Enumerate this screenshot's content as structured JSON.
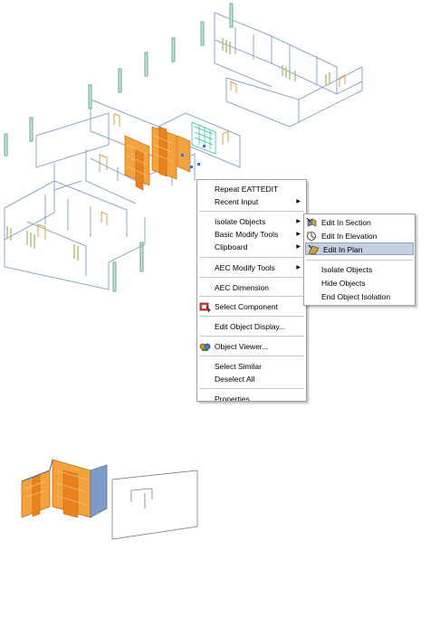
{
  "context_menu": {
    "items": [
      {
        "label": "Repeat EATTEDIT"
      },
      {
        "label": "Recent Input",
        "submenu": true
      },
      {
        "label": "Isolate Objects",
        "submenu": true
      },
      {
        "label": "Basic Modify Tools",
        "submenu": true
      },
      {
        "label": "Clipboard",
        "submenu": true
      },
      {
        "label": "AEC Modify Tools",
        "submenu": true
      },
      {
        "label": "AEC Dimension"
      },
      {
        "label": "Select Component",
        "icon": "select-component-icon"
      },
      {
        "label": "Edit Object Display..."
      },
      {
        "label": "Object Viewer...",
        "icon": "object-viewer-icon"
      },
      {
        "label": "Select Similar"
      },
      {
        "label": "Deselect All"
      },
      {
        "label": "Properties"
      }
    ]
  },
  "submenu": {
    "items": [
      {
        "label": "Edit In Section",
        "icon": "edit-in-section-icon"
      },
      {
        "label": "Edit In Elevation",
        "icon": "edit-in-elevation-icon"
      },
      {
        "label": "Edit In Plan",
        "icon": "edit-in-plan-icon",
        "highlighted": true
      },
      {
        "label": "Isolate Objects"
      },
      {
        "label": "Hide Objects"
      },
      {
        "label": "End Object Isolation"
      }
    ]
  },
  "colors": {
    "highlight": "#c6cfe0",
    "wall_orange": "#e8821e",
    "wall_blue": "#7f9cc8",
    "window_green": "#6aa88a"
  }
}
